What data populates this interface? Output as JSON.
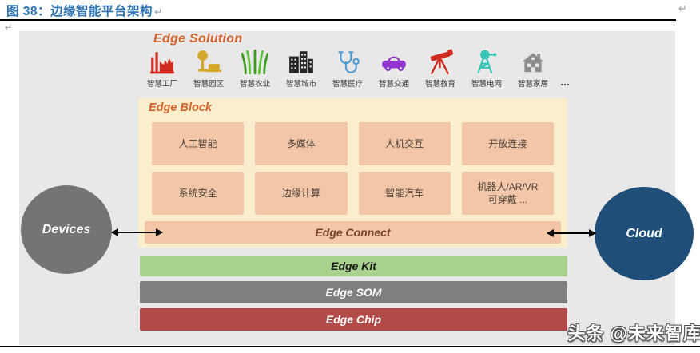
{
  "document": {
    "figure_caption": "图 38：边缘智能平台架构",
    "caption_return_mark": "↵",
    "left_paragraph_mark": "↵",
    "top_right_return_mark": "↵"
  },
  "colors": {
    "caption_blue": "#2E74B5",
    "panel_background": "#E8E8E8",
    "accent_orange": "#D6632C",
    "edge_block_background": "#FBEECD",
    "module_salmon": "#F2C6A7",
    "kit_green": "#A9D18E",
    "som_gray": "#7F7F7F",
    "chip_red": "#B24B47",
    "devices_gray": "#747474",
    "cloud_navy": "#1F4E79"
  },
  "diagram": {
    "edge_solution_label": "Edge Solution",
    "solutions": [
      {
        "label": "智慧工厂",
        "icon": "factory-icon",
        "color": "#D02B20"
      },
      {
        "label": "智慧园区",
        "icon": "park-icon",
        "color": "#D5A82A"
      },
      {
        "label": "智慧农业",
        "icon": "agriculture-icon",
        "color": "#4FB02F"
      },
      {
        "label": "智慧城市",
        "icon": "city-buildings-icon",
        "color": "#262626"
      },
      {
        "label": "智慧医疗",
        "icon": "stethoscope-icon",
        "color": "#4E9BD4"
      },
      {
        "label": "智慧交通",
        "icon": "car-icon",
        "color": "#9135CE"
      },
      {
        "label": "智慧教育",
        "icon": "telescope-icon",
        "color": "#D02B20"
      },
      {
        "label": "智慧电网",
        "icon": "power-tower-icon",
        "color": "#2EC4B3"
      },
      {
        "label": "智慧家居",
        "icon": "house-icon",
        "color": "#8C8C8C"
      }
    ],
    "solutions_ellipsis": "...",
    "edge_block": {
      "label": "Edge Block",
      "modules": [
        "人工智能",
        "多媒体",
        "人机交互",
        "开放连接",
        "系统安全",
        "边缘计算",
        "智能汽车",
        "机器人/AR/VR\n可穿戴 ..."
      ],
      "edge_connect_label": "Edge Connect"
    },
    "layers": [
      {
        "label": "Edge Kit"
      },
      {
        "label": "Edge SOM"
      },
      {
        "label": "Edge Chip"
      }
    ],
    "devices_label": "Devices",
    "cloud_label": "Cloud"
  },
  "watermark": "头条 @未来智库"
}
